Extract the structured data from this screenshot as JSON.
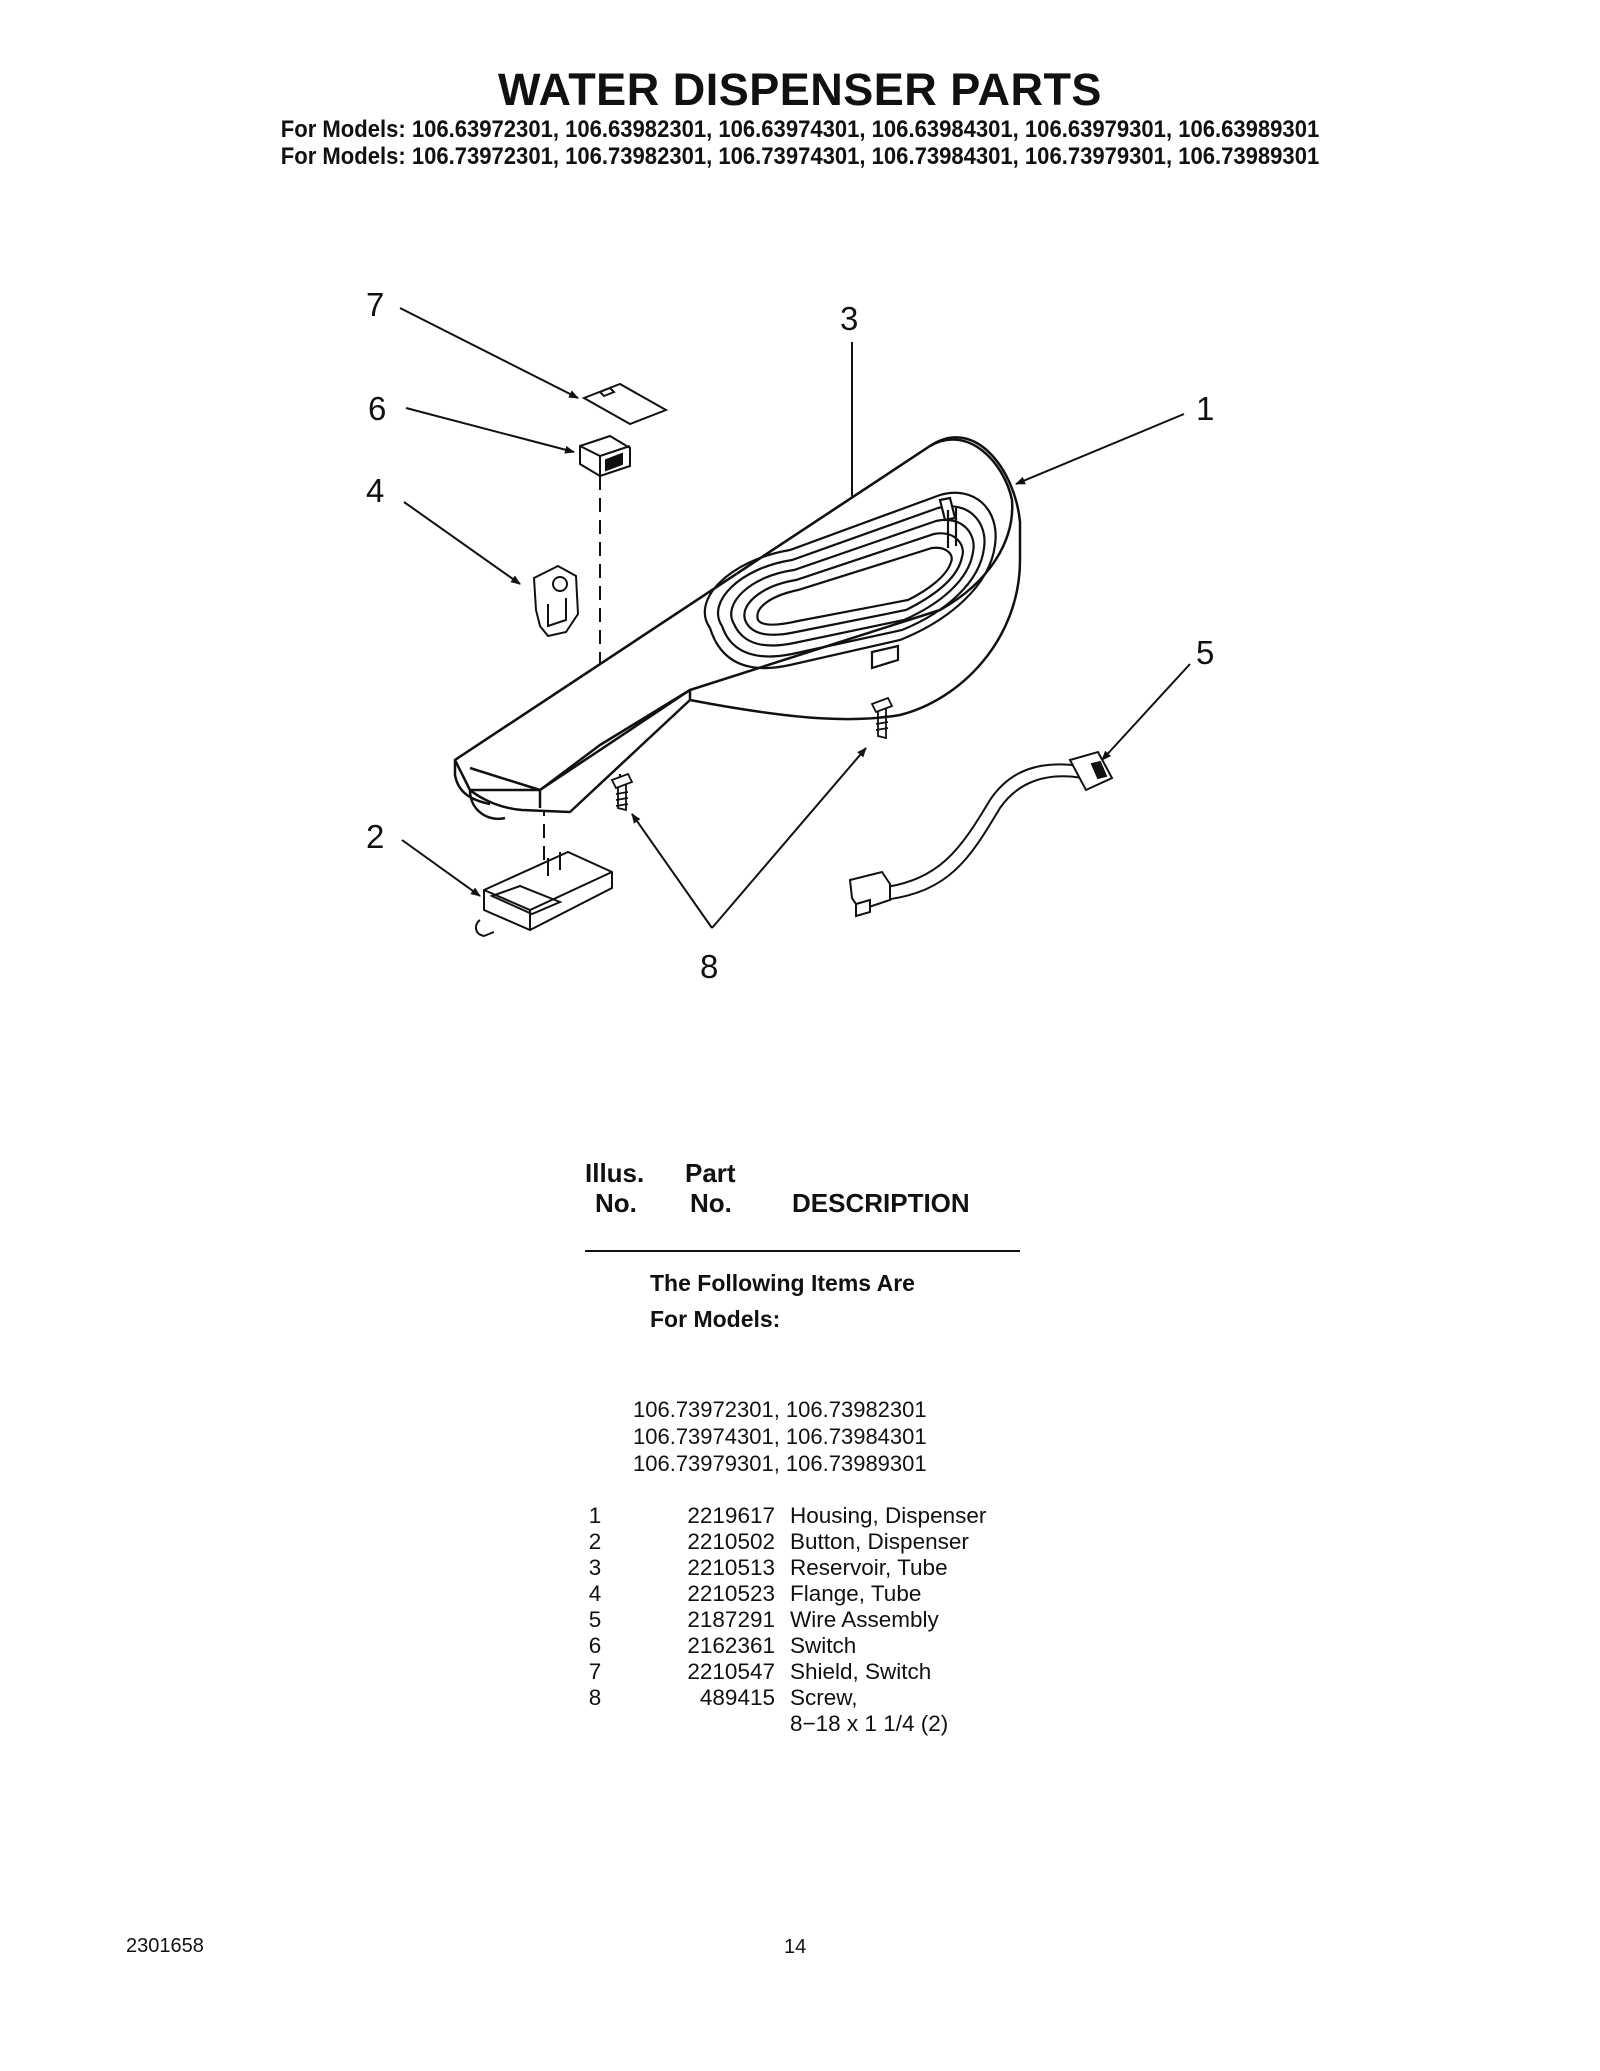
{
  "header": {
    "title": "WATER DISPENSER PARTS",
    "models_line_1": "For Models: 106.63972301, 106.63982301, 106.63974301, 106.63984301, 106.63979301, 106.63989301",
    "models_line_2": "For Models: 106.73972301, 106.73982301, 106.73974301, 106.73984301, 106.73979301, 106.73989301"
  },
  "diagram": {
    "callouts": [
      "7",
      "3",
      "6",
      "1",
      "4",
      "5",
      "2",
      "8"
    ]
  },
  "table": {
    "col_illus_top": "Illus.",
    "col_illus_bottom": "No.",
    "col_part_top": "Part",
    "col_part_bottom": "No.",
    "col_description": "DESCRIPTION",
    "note_line_1": "The Following Items Are",
    "note_line_2": "For Models:",
    "model_lines": [
      "106.73972301, 106.73982301",
      "106.73974301, 106.73984301",
      "106.73979301, 106.73989301"
    ],
    "rows": [
      {
        "no": "1",
        "part": "2219617",
        "desc": "Housing, Dispenser"
      },
      {
        "no": "2",
        "part": "2210502",
        "desc": "Button, Dispenser"
      },
      {
        "no": "3",
        "part": "2210513",
        "desc": "Reservoir, Tube"
      },
      {
        "no": "4",
        "part": "2210523",
        "desc": "Flange, Tube"
      },
      {
        "no": "5",
        "part": "2187291",
        "desc": "Wire Assembly"
      },
      {
        "no": "6",
        "part": "2162361",
        "desc": "Switch"
      },
      {
        "no": "7",
        "part": "2210547",
        "desc": "Shield, Switch"
      },
      {
        "no": "8",
        "part": "489415",
        "desc": "Screw,"
      }
    ],
    "row_8_continuation": "8−18 x 1 1/4 (2)"
  },
  "footer": {
    "doc_number": "2301658",
    "page_number": "14"
  }
}
